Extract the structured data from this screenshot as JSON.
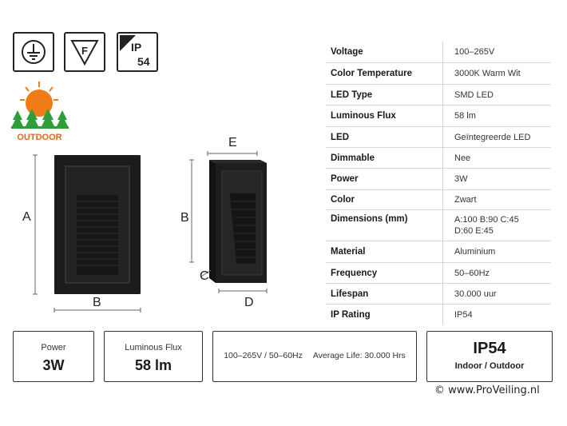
{
  "badges": {
    "ground_icon": "ground-symbol",
    "f_label": "F",
    "ip_top": "IP",
    "ip_bottom": "54"
  },
  "outdoor": {
    "label": "OUTDOOR",
    "sun_color": "#f07c18",
    "tree_color": "#2e9e3a"
  },
  "dimension_labels": {
    "front_height": "A",
    "front_width": "B",
    "side_top": "E",
    "side_height": "B",
    "side_depth": "C",
    "side_bottom": "D"
  },
  "specs": [
    {
      "key": "Voltage",
      "value": "100–265V"
    },
    {
      "key": "Color Temperature",
      "value": "3000K Warm Wit"
    },
    {
      "key": "LED Type",
      "value": "SMD LED"
    },
    {
      "key": "Luminous Flux",
      "value": "58 lm"
    },
    {
      "key": "LED",
      "value": "Geïntegreerde LED"
    },
    {
      "key": "Dimmable",
      "value": "Nee"
    },
    {
      "key": "Power",
      "value": "3W"
    },
    {
      "key": "Color",
      "value": "Zwart"
    },
    {
      "key": "Dimensions (mm)",
      "value": "A:100 B:90 C:45",
      "value2": "D:60 E:45"
    },
    {
      "key": "Material",
      "value": "Aluminium"
    },
    {
      "key": "Frequency",
      "value": "50–60Hz"
    },
    {
      "key": "Lifespan",
      "value": "30.000 uur"
    },
    {
      "key": "IP Rating",
      "value": "IP54"
    }
  ],
  "cards": {
    "power": {
      "label": "Power",
      "value": "3W"
    },
    "flux": {
      "label": "Luminous Flux",
      "value": "58 lm"
    },
    "electrical": {
      "voltage": "100–265V / 50–60Hz",
      "life": "Average Life: 30.000 Hrs"
    },
    "ip": {
      "value": "IP54",
      "label": "Indoor / Outdoor"
    }
  },
  "watermark": "© www.ProVeiling.nl"
}
